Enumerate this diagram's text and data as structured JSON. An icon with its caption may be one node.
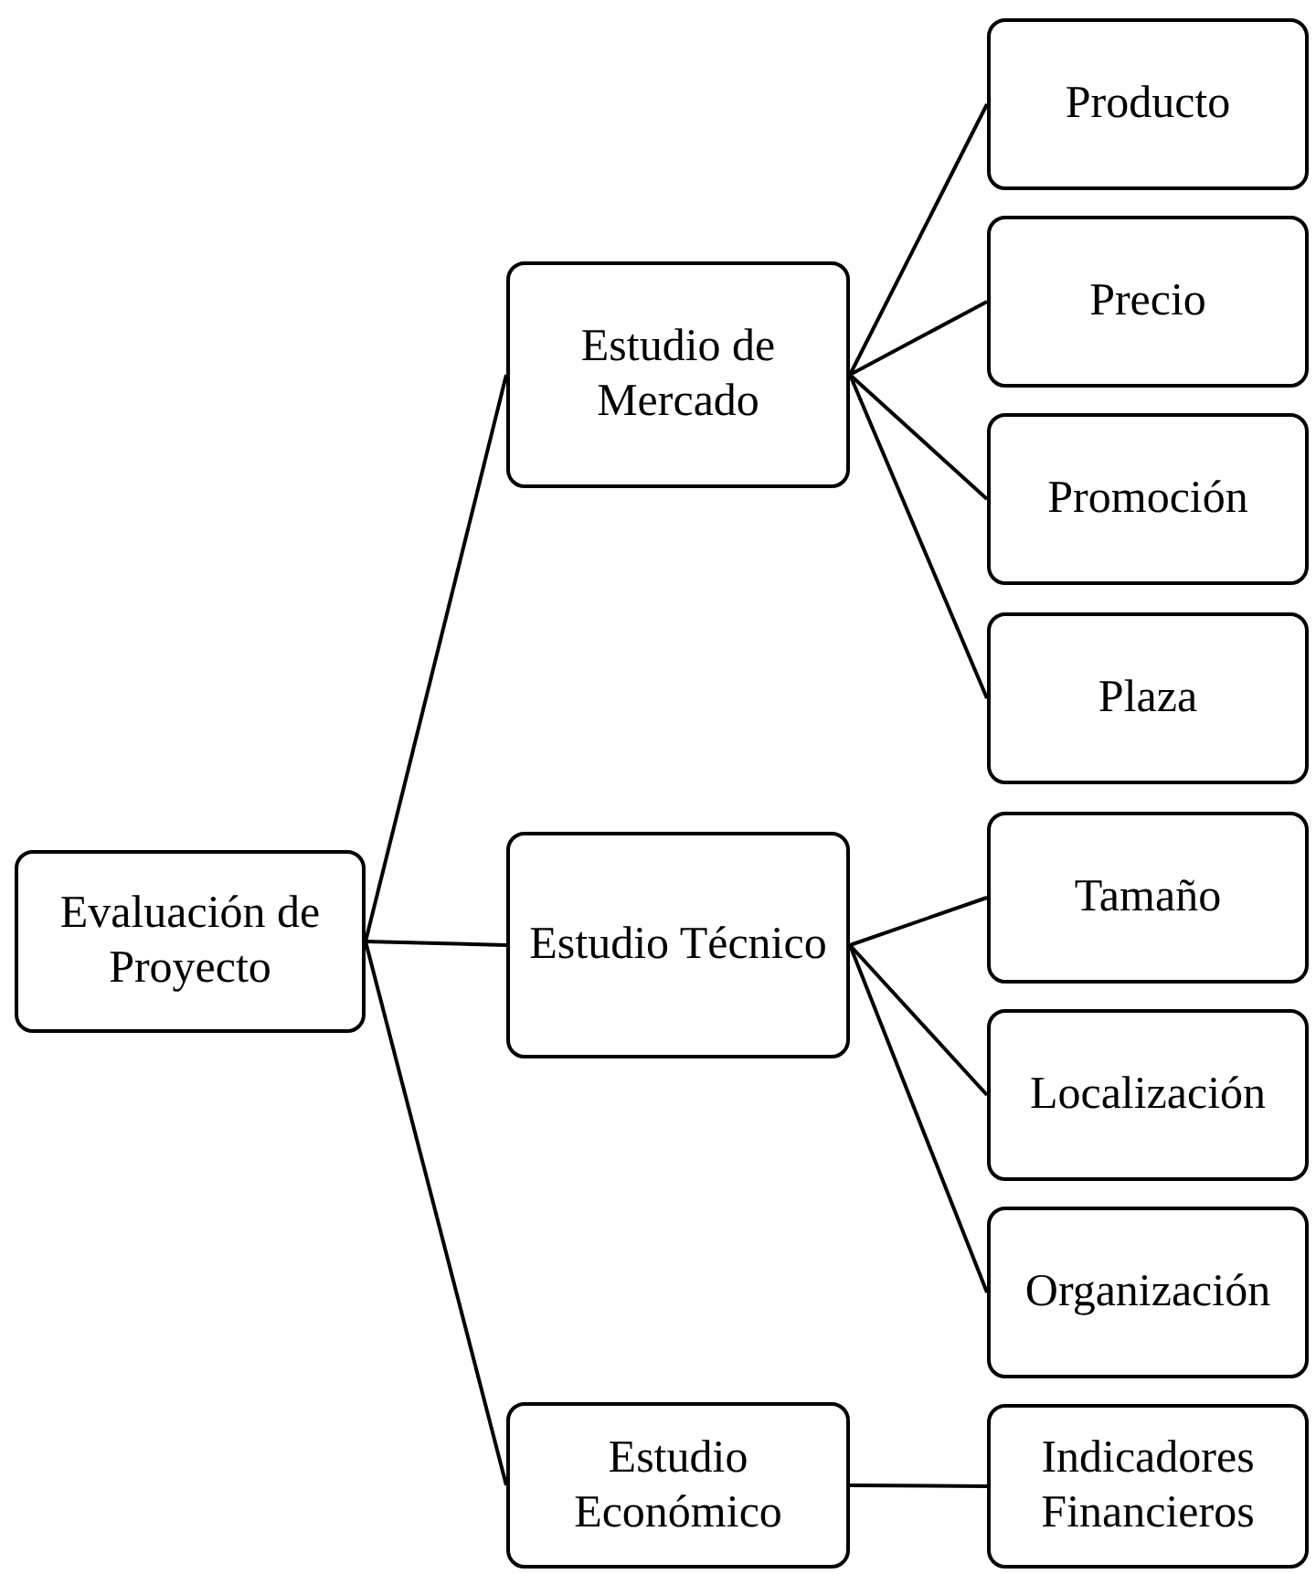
{
  "diagram": {
    "nodes": [
      {
        "text": [
          "Evaluación de Proyecto"
        ]
      },
      {
        "text": [
          "Estudio de Mercado"
        ]
      },
      {
        "text": [
          "Estudio Técnico"
        ]
      },
      {
        "text": [
          "Estudio Económico"
        ]
      },
      {
        "text": [
          "Producto"
        ]
      },
      {
        "text": [
          "Precio"
        ]
      },
      {
        "text": [
          "Promoción"
        ]
      },
      {
        "text": [
          "Plaza"
        ]
      },
      {
        "text": [
          "Tamaño"
        ]
      },
      {
        "text": [
          "Localización"
        ]
      },
      {
        "text": [
          "Organización"
        ]
      },
      {
        "text": [
          "Indicadores Financieros"
        ]
      }
    ],
    "edges": [
      {
        "from": 0,
        "to": 1,
        "arrow": "none"
      },
      {
        "from": 0,
        "to": 2,
        "arrow": "none"
      },
      {
        "from": 0,
        "to": 3,
        "arrow": "none"
      },
      {
        "from": 1,
        "to": 4,
        "arrow": "none"
      },
      {
        "from": 1,
        "to": 5,
        "arrow": "none"
      },
      {
        "from": 1,
        "to": 6,
        "arrow": "none"
      },
      {
        "from": 1,
        "to": 7,
        "arrow": "none"
      },
      {
        "from": 2,
        "to": 8,
        "arrow": "none"
      },
      {
        "from": 2,
        "to": 9,
        "arrow": "none"
      },
      {
        "from": 2,
        "to": 10,
        "arrow": "none"
      },
      {
        "from": 3,
        "to": 11,
        "arrow": "none"
      }
    ]
  }
}
